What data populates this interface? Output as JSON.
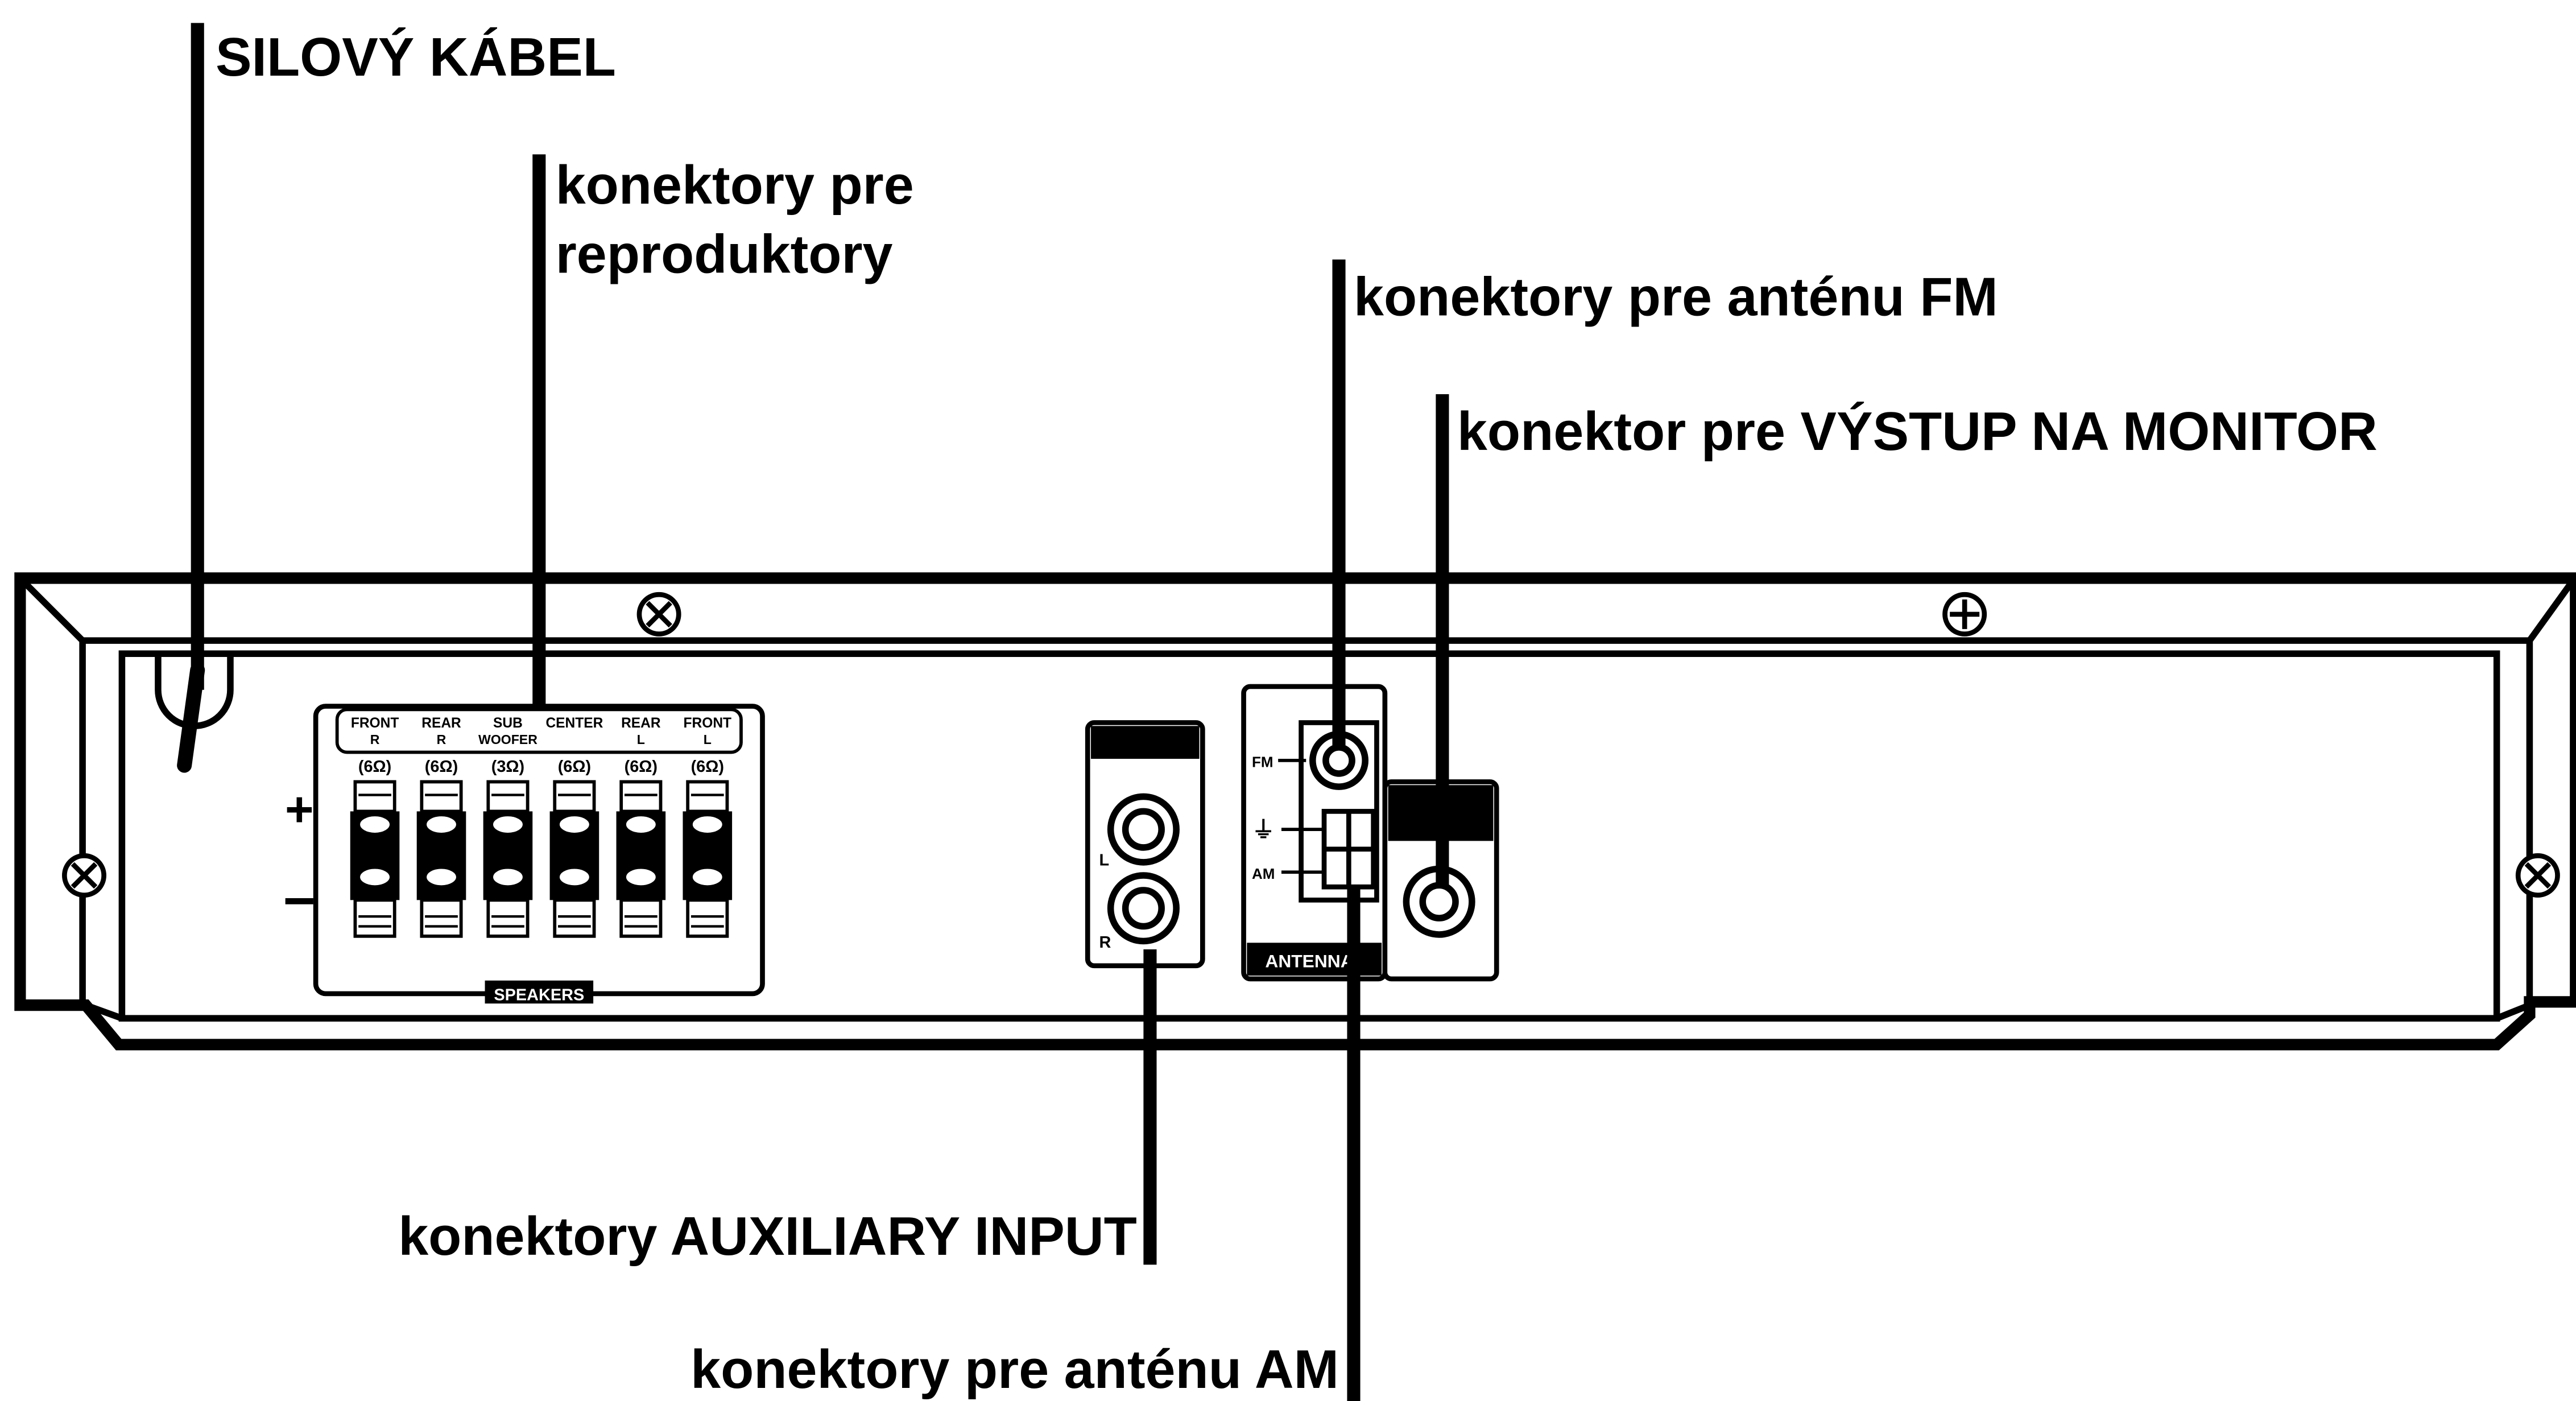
{
  "callouts": {
    "power_cable": "SILOVÝ KÁBEL",
    "speaker_connectors_line1": "konektory pre",
    "speaker_connectors_line2": "reproduktory",
    "fm_antenna": "konektory pre anténu FM",
    "monitor_out": "konektor pre VÝSTUP NA MONITOR",
    "aux_input": "konektory AUXILIARY INPUT",
    "am_antenna": "konektory pre anténu AM"
  },
  "speaker_panel": {
    "channels": [
      {
        "name": "FRONT",
        "side": "R",
        "impedance": "(6Ω)"
      },
      {
        "name": "REAR",
        "side": "R",
        "impedance": "(6Ω)"
      },
      {
        "name": "SUB",
        "side": "WOOFER",
        "impedance": "(3Ω)"
      },
      {
        "name": "CENTER",
        "side": "",
        "impedance": "(6Ω)"
      },
      {
        "name": "REAR",
        "side": "L",
        "impedance": "(6Ω)"
      },
      {
        "name": "FRONT",
        "side": "L",
        "impedance": "(6Ω)"
      }
    ],
    "label": "SPEAKERS",
    "plus": "+",
    "minus": "−"
  },
  "aux_panel": {
    "left": "L",
    "right": "R"
  },
  "antenna_panel": {
    "fm": "FM",
    "ground": "⏚",
    "am": "AM",
    "label": "ANTENNA"
  }
}
